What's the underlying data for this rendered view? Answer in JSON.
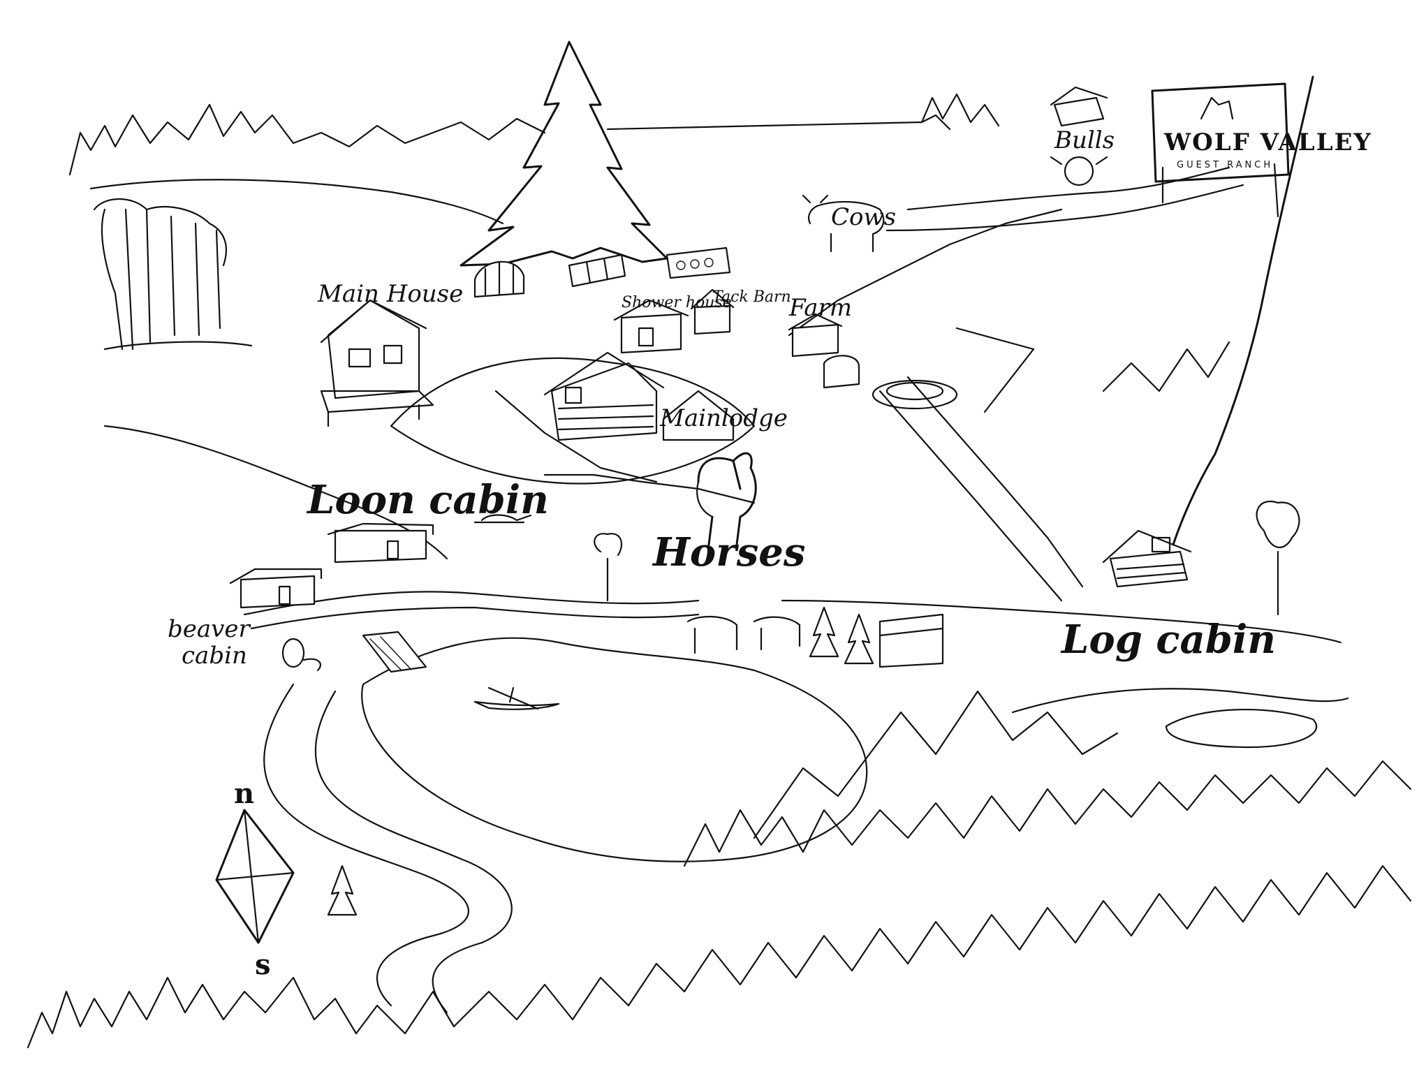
{
  "sign": {
    "title": "WOLF VALLEY",
    "subtitle": "GUEST RANCH"
  },
  "labels": {
    "main_house": "Main House",
    "shower_house": "Shower house",
    "tack_barn": "Tack Barn",
    "farm": "Farm",
    "cows": "Cows",
    "bulls": "Bulls",
    "main_lodge": "Mainlodge",
    "loon_cabin": "Loon cabin",
    "horses": "Horses",
    "beaver_cabin_line1": "beaver",
    "beaver_cabin_line2": "cabin",
    "log_cabin": "Log cabin"
  },
  "compass": {
    "north": "n",
    "south": "s"
  },
  "colors": {
    "ink": "#111111",
    "paper": "#ffffff"
  },
  "icons": [
    "pine-tree-icon",
    "cabin-icon",
    "horse-icon",
    "cow-icon",
    "bull-icon",
    "loon-icon",
    "beaver-icon",
    "kayak-icon",
    "compass-icon",
    "wolf-icon"
  ]
}
